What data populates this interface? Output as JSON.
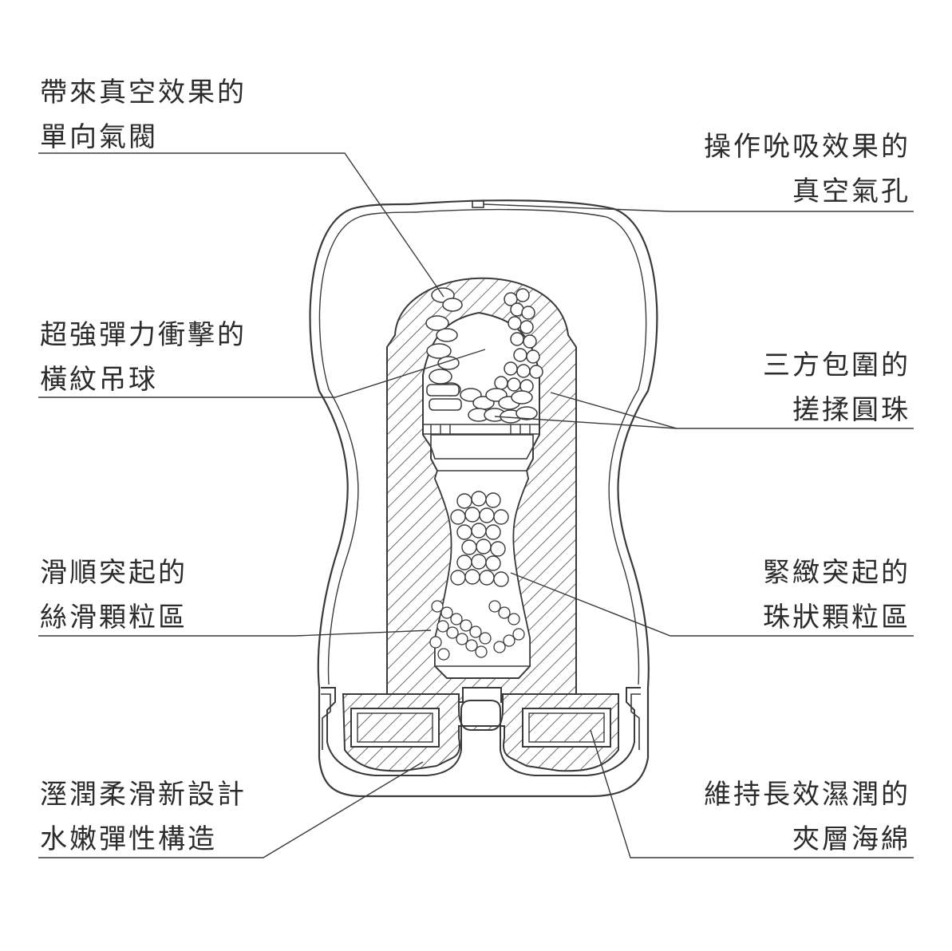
{
  "colors": {
    "ink": "#2b2b2b",
    "line": "#3a3a3a",
    "background": "#ffffff"
  },
  "labels": {
    "check_valve": {
      "line1": "帶來真空效果的",
      "line2": "單向氣閥"
    },
    "vacuum_hole": {
      "line1": "操作吮吸效果的",
      "line2": "真空氣孔"
    },
    "stripe_balls": {
      "line1": "超強彈力衝擊的",
      "line2": "橫紋吊球"
    },
    "kneading_beads": {
      "line1": "三方包圍的",
      "line2": "搓揉圓珠"
    },
    "silky_granules": {
      "line1": "滑順突起的",
      "line2": "絲滑顆粒區"
    },
    "bead_granules": {
      "line1": "緊緻突起的",
      "line2": "珠狀顆粒區"
    },
    "elastic_structure": {
      "line1": "溼潤柔滑新設計",
      "line2": "水嫩彈性構造"
    },
    "sponge_layer": {
      "line1": "維持長效濕潤的",
      "line2": "夾層海綿"
    }
  }
}
